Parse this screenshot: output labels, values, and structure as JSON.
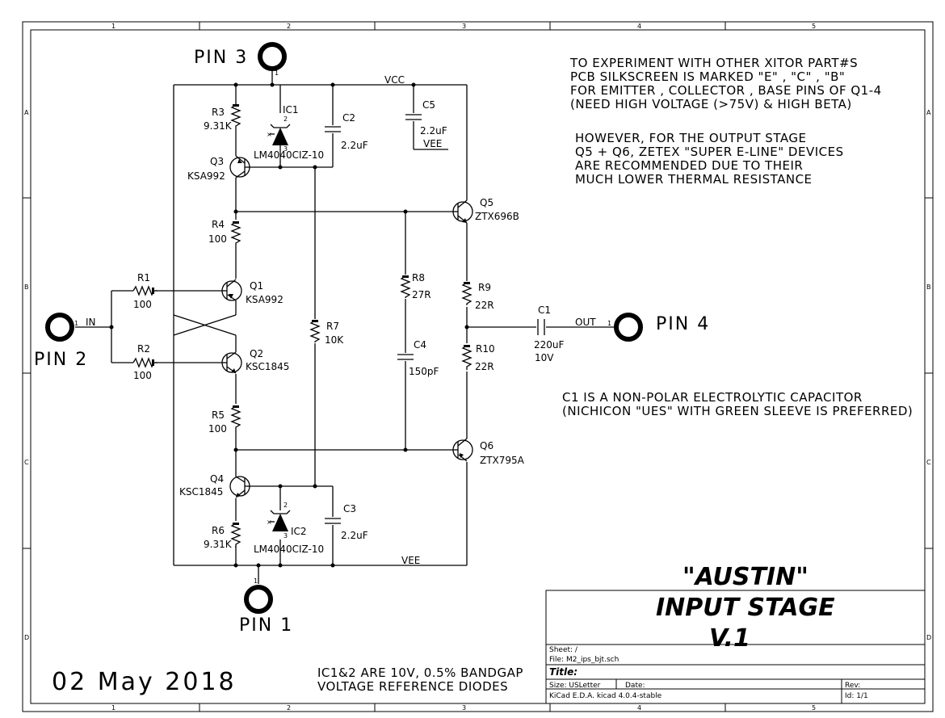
{
  "frame": {
    "col_marks": [
      "1",
      "2",
      "3",
      "4",
      "5"
    ],
    "row_marks": [
      "A",
      "B",
      "C",
      "D"
    ]
  },
  "pins": {
    "pin3": "PIN 3",
    "pin2": "PIN 2",
    "pin1": "PIN 1",
    "pin4": "PIN 4",
    "pin_num": "1"
  },
  "nets": {
    "vcc": "VCC",
    "vee": "VEE",
    "vee_c5": "VEE",
    "in": "IN",
    "out": "OUT"
  },
  "parts": {
    "r1": {
      "ref": "R1",
      "value": "100"
    },
    "r2": {
      "ref": "R2",
      "value": "100"
    },
    "r3": {
      "ref": "R3",
      "value": "9.31K"
    },
    "r4": {
      "ref": "R4",
      "value": "100"
    },
    "r5": {
      "ref": "R5",
      "value": "100"
    },
    "r6": {
      "ref": "R6",
      "value": "9.31K"
    },
    "r7": {
      "ref": "R7",
      "value": "10K"
    },
    "r8": {
      "ref": "R8",
      "value": "27R"
    },
    "r9": {
      "ref": "R9",
      "value": "22R"
    },
    "r10": {
      "ref": "R10",
      "value": "22R"
    },
    "c1": {
      "ref": "C1",
      "value": "220uF",
      "voltage": "10V"
    },
    "c2": {
      "ref": "C2",
      "value": "2.2uF"
    },
    "c3": {
      "ref": "C3",
      "value": "2.2uF"
    },
    "c4": {
      "ref": "C4",
      "value": "150pF"
    },
    "c5": {
      "ref": "C5",
      "value": "2.2uF"
    },
    "q1": {
      "ref": "Q1",
      "value": "KSA992"
    },
    "q2": {
      "ref": "Q2",
      "value": "KSC1845"
    },
    "q3": {
      "ref": "Q3",
      "value": "KSA992"
    },
    "q4": {
      "ref": "Q4",
      "value": "KSC1845"
    },
    "q5": {
      "ref": "Q5",
      "value": "ZTX696B"
    },
    "q6": {
      "ref": "Q6",
      "value": "ZTX795A"
    },
    "ic1": {
      "ref": "IC1",
      "value": "LM4040CIZ-10"
    },
    "ic2": {
      "ref": "IC2",
      "value": "LM4040CIZ-10"
    }
  },
  "notes": {
    "top": [
      "TO EXPERIMENT WITH OTHER XITOR PART#S",
      "PCB SILKSCREEN IS MARKED \"E\" , \"C\" , \"B\"",
      "FOR EMITTER , COLLECTOR , BASE  PINS OF Q1-4",
      "(NEED HIGH VOLTAGE (>75V) & HIGH BETA)"
    ],
    "mid": [
      "HOWEVER, FOR THE OUTPUT STAGE",
      "Q5 + Q6, ZETEX \"SUPER E-LINE\" DEVICES",
      "ARE RECOMMENDED DUE TO THEIR",
      "MUCH LOWER THERMAL RESISTANCE"
    ],
    "cap": [
      "C1 IS A NON-POLAR ELECTROLYTIC CAPACITOR",
      "(NICHICON \"UES\" WITH GREEN SLEEVE IS PREFERRED)"
    ],
    "diodes": [
      "IC1&2 ARE 10V, 0.5% BANDGAP",
      "VOLTAGE REFERENCE DIODES"
    ]
  },
  "date": "02 May 2018",
  "title": {
    "line1": "\"AUSTIN\"",
    "line2": "INPUT STAGE",
    "line3": "V.1"
  },
  "title_block": {
    "sheet": "Sheet: /",
    "file": "File: M2_ips_bjt.sch",
    "title_label": "Title:",
    "size": "Size: USLetter",
    "date_label": "Date:",
    "rev_label": "Rev:",
    "kicad": "KiCad E.D.A.  kicad 4.0.4-stable",
    "id": "Id: 1/1"
  }
}
